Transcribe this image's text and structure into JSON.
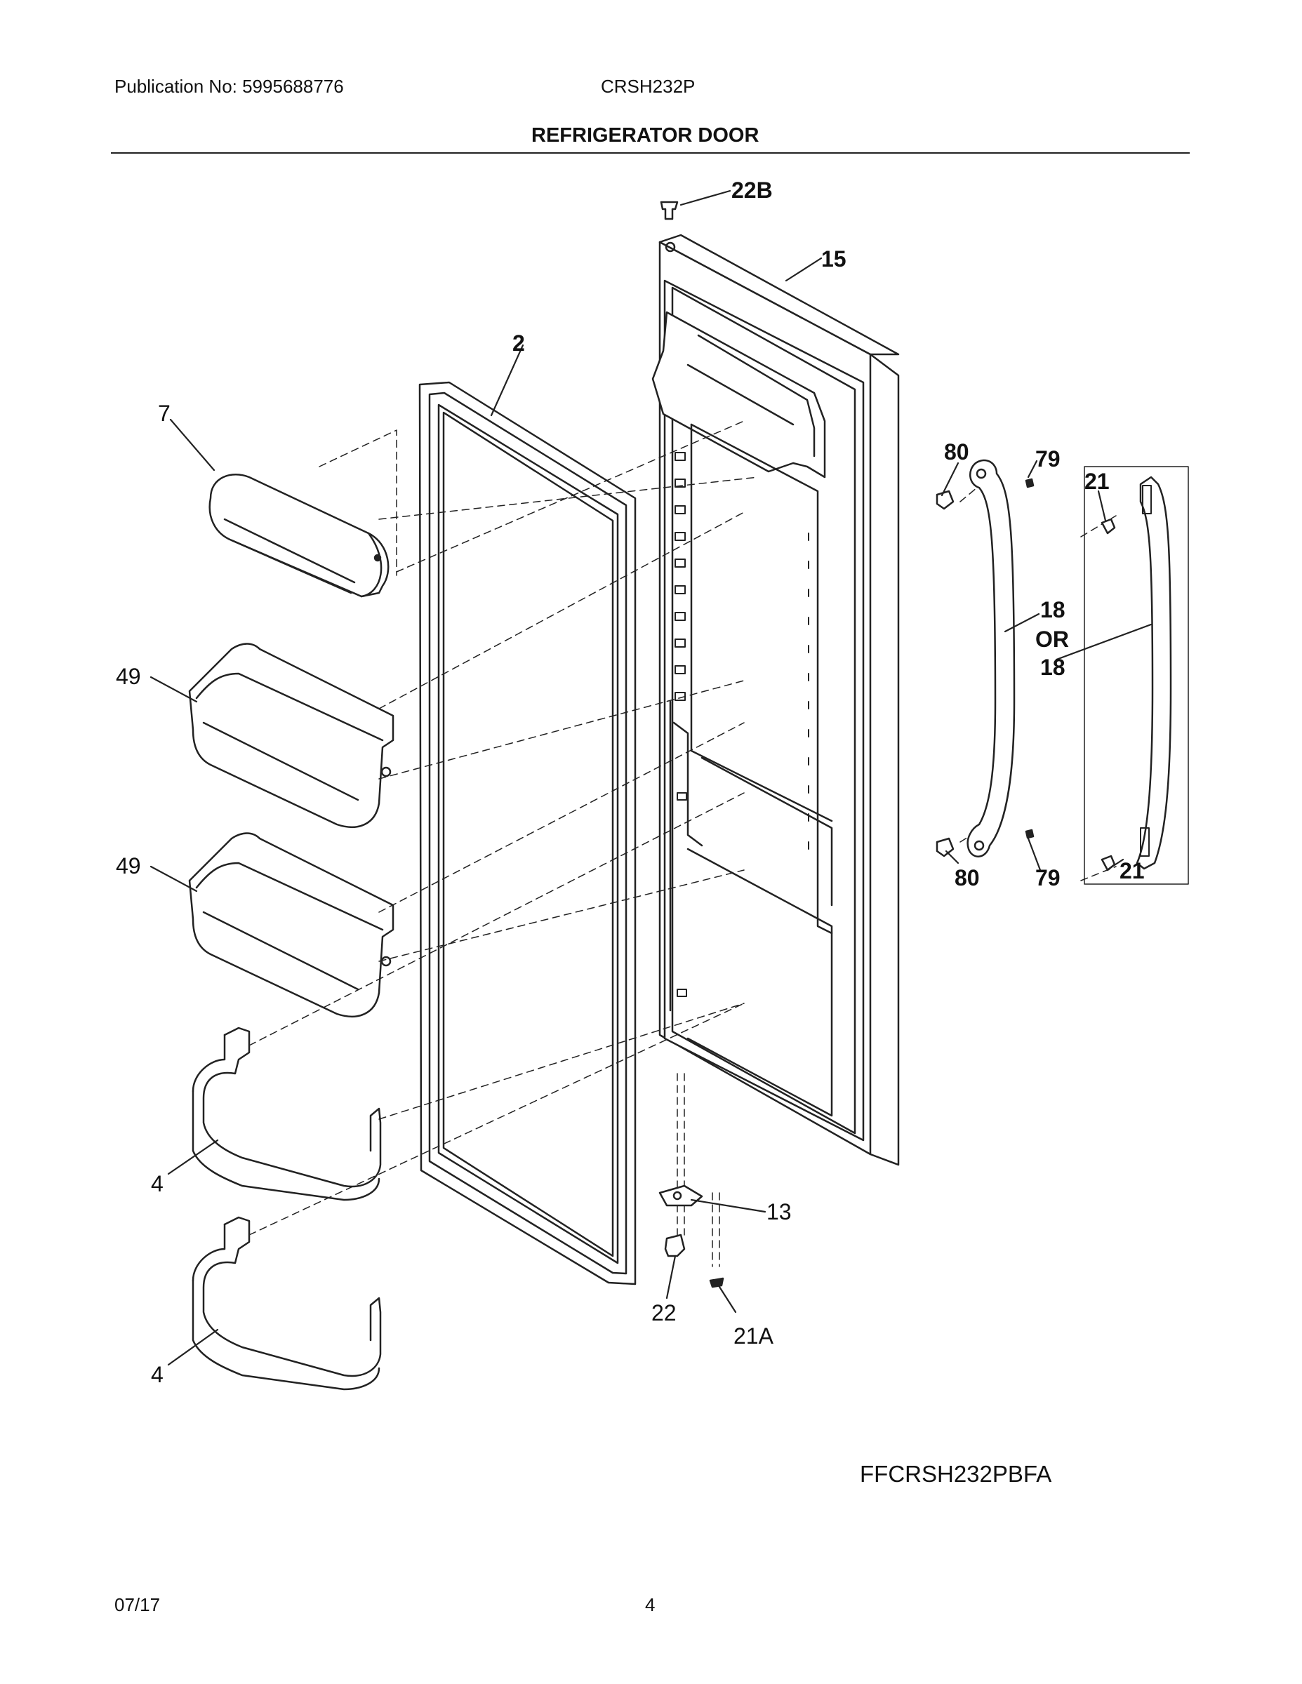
{
  "header": {
    "publication": "Publication No: 5995688776",
    "model": "CRSH232P",
    "section_title": "REFRIGERATOR DOOR"
  },
  "diagram_code": "FFCRSH232PBFA",
  "footer": {
    "date": "07/17",
    "page": "4"
  },
  "callouts": {
    "c22b": "22B",
    "c15": "15",
    "c2": "2",
    "c7": "7",
    "c49a": "49",
    "c49b": "49",
    "c4a": "4",
    "c4b": "4",
    "c80a": "80",
    "c79a": "79",
    "c21a": "21",
    "c18a": "18",
    "cor": "OR",
    "c18b": "18",
    "c80b": "80",
    "c79b": "79",
    "c21b": "21",
    "c13": "13",
    "c22": "22",
    "c21A": "21A"
  }
}
